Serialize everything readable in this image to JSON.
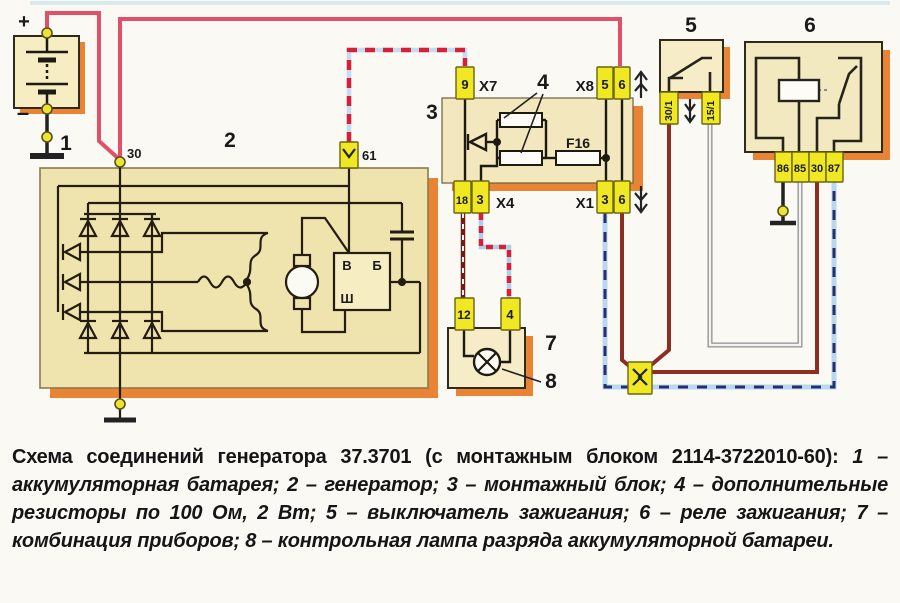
{
  "diagram": {
    "battery": {
      "num": "1",
      "plus": "+",
      "minus": "–"
    },
    "generator": {
      "num": "2",
      "t30": "30",
      "t61": "61",
      "reg_v": "В",
      "reg_b": "Б",
      "reg_sh": "Ш"
    },
    "block": {
      "num": "3",
      "x7": "X7",
      "x7_9": "9",
      "x8": "X8",
      "x8_5": "5",
      "x8_6": "6",
      "x4": "X4",
      "x4_18": "18",
      "x4_3": "3",
      "x1": "X1",
      "x1_3": "3",
      "x1_6": "6",
      "fuse": "F16"
    },
    "resistors": {
      "num": "4"
    },
    "switch": {
      "num": "5",
      "p30": "30/1",
      "p15": "15/1"
    },
    "relay": {
      "num": "6",
      "p86": "86",
      "p85": "85",
      "p30": "30",
      "p87": "87"
    },
    "cluster": {
      "num": "7",
      "p12": "12",
      "p4": "4"
    },
    "lamp": {
      "num": "8"
    }
  },
  "colors": {
    "wire_red": "#e25068",
    "wire_brown": "#8d2e23",
    "wire_blue_dash": "#23306b",
    "wire_blue_base": "#b9d7ee",
    "connector_yellow": "#f1e824",
    "box_cream": "#f2e9bb",
    "shadow_orange": "#e98434"
  },
  "caption": {
    "title": "Схема соединений генератора 37.3701 (с монтажным блоком 2114-3722010-60):",
    "legend": " 1 – аккумуляторная батарея; 2 – генератор; 3 – монтажный блок; 4 – дополнительные резисторы по 100 Ом, 2 Вт; 5 – выключатель зажигания; 6 – реле зажигания; 7 – комбинация приборов; 8 – контрольная лампа разряда аккумуляторной батареи."
  }
}
